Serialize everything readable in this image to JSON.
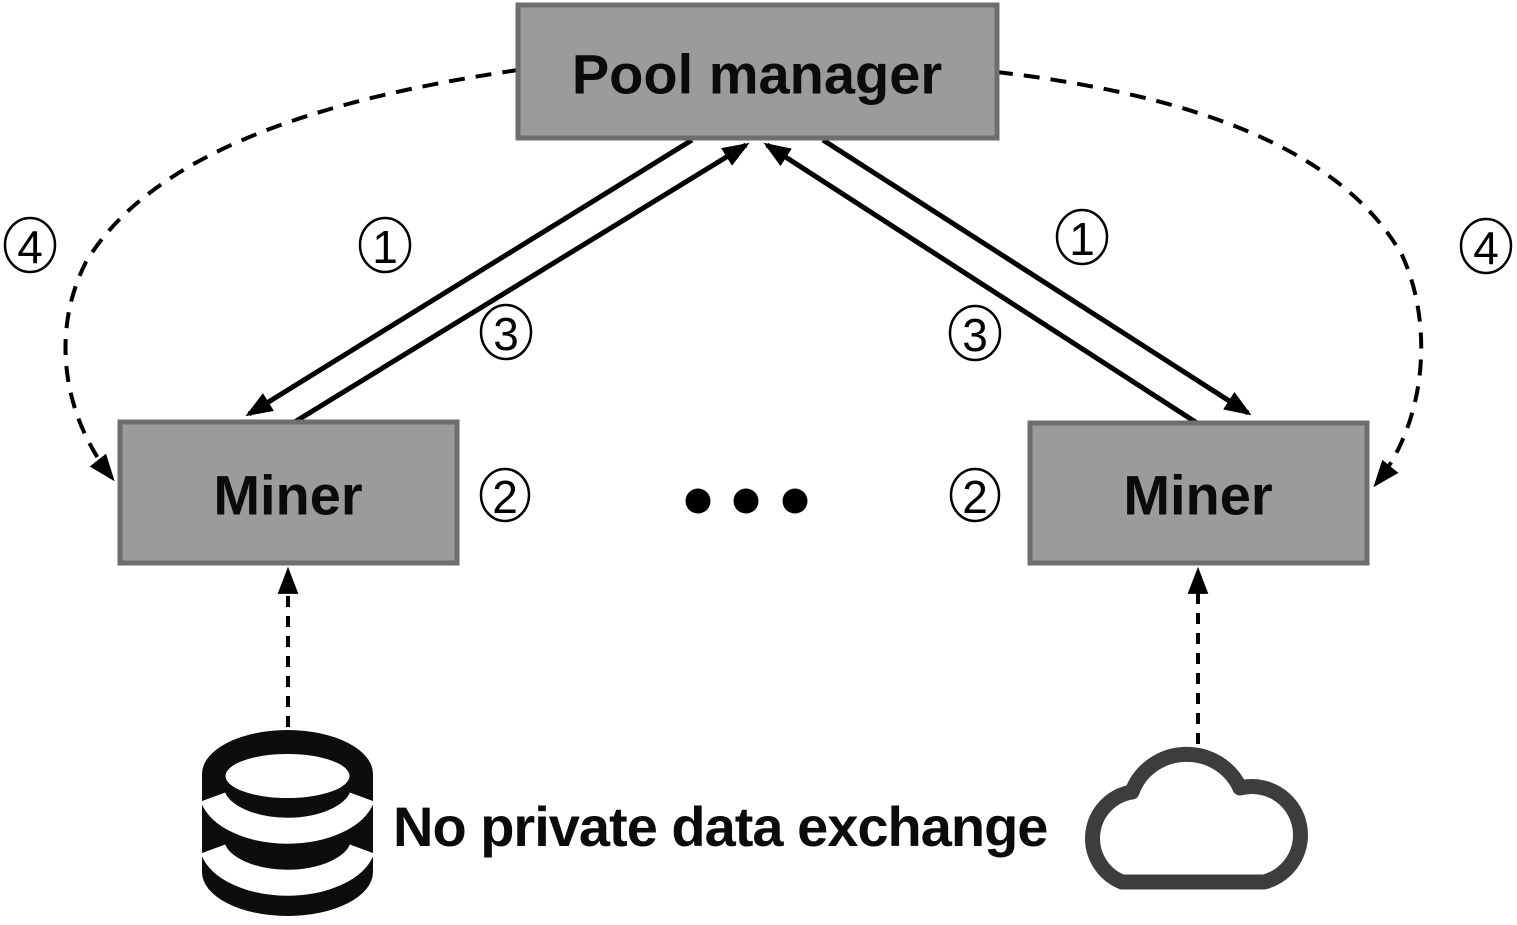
{
  "diagram": {
    "annotation": {
      "text": "No private data exchange"
    },
    "nodes": {
      "pool_manager": {
        "label": "Pool manager"
      },
      "miner_left": {
        "label": "Miner"
      },
      "miner_right": {
        "label": "Miner"
      }
    },
    "badges": {
      "step1": "1",
      "step2": "2",
      "step3": "3",
      "step4": "4"
    },
    "icons": {
      "database": "database-icon",
      "cloud": "cloud-icon",
      "ellipsis": "ellipsis-dots-icon"
    },
    "colors": {
      "node_fill": "#9b9b9b",
      "node_border": "#6e6e6e",
      "line": "#000000",
      "cloud_stroke": "#3d3d3d",
      "icon_black": "#0d0d0d"
    }
  }
}
